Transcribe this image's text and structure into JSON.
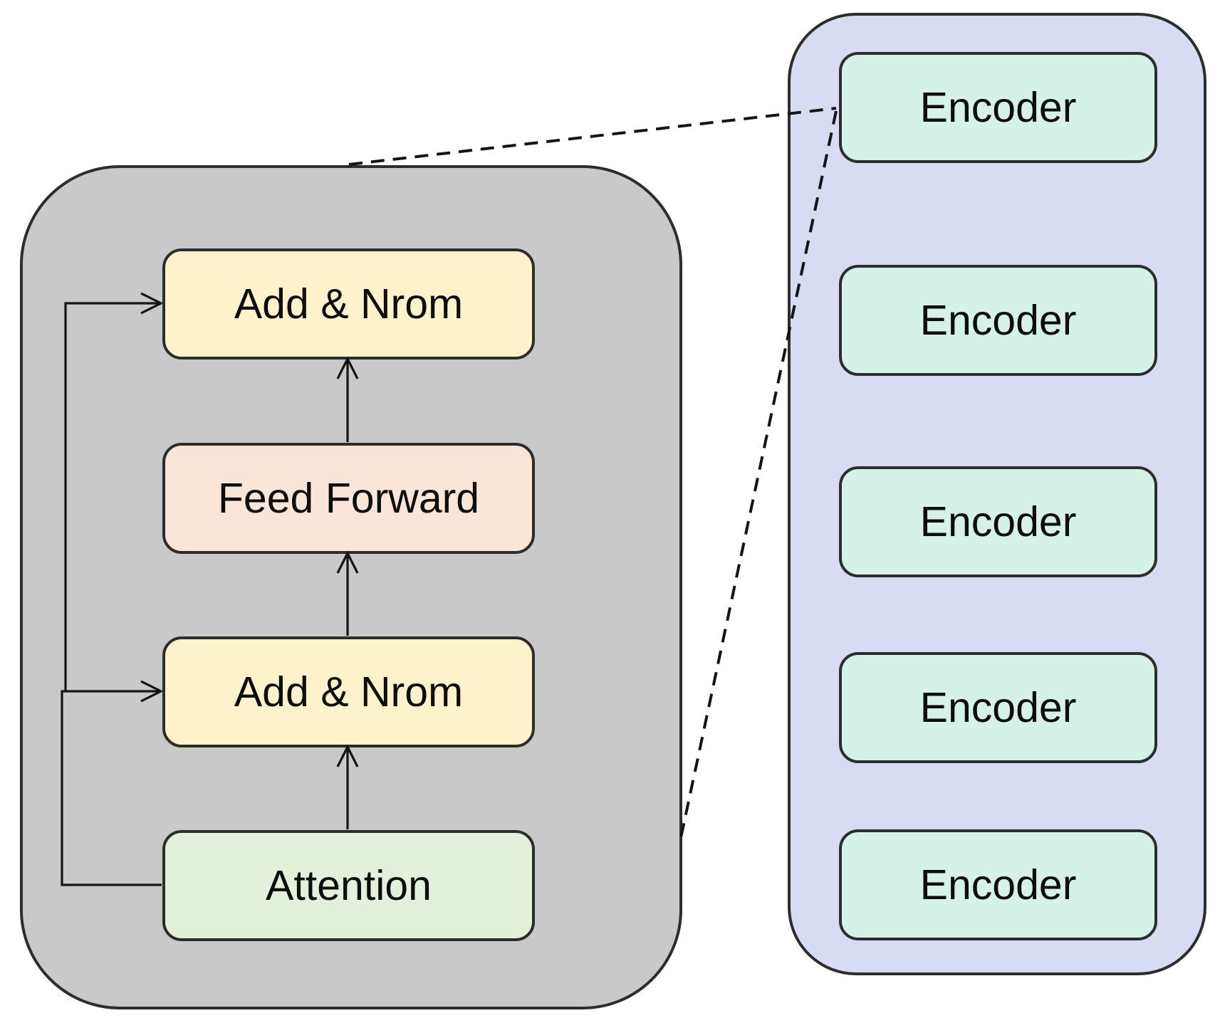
{
  "colors": {
    "background": "#ffffff",
    "stroke": "#2d2d2d",
    "line": "#141414",
    "gray_panel": "#c9c9c9",
    "blue_panel": "#d8dcf2",
    "yellow_block": "#fdf2cc",
    "peach_block": "#fbe5d7",
    "green_block": "#e3f0da",
    "mint_block": "#d5f2e9",
    "text": "#0d0d0d"
  },
  "encoder_detail": {
    "blocks": [
      {
        "label": "Add & Nrom"
      },
      {
        "label": "Feed Forward"
      },
      {
        "label": "Add & Nrom"
      },
      {
        "label": "Attention"
      }
    ]
  },
  "encoder_stack": {
    "items": [
      {
        "label": "Encoder"
      },
      {
        "label": "Encoder"
      },
      {
        "label": "Encoder"
      },
      {
        "label": "Encoder"
      },
      {
        "label": "Encoder"
      }
    ]
  }
}
